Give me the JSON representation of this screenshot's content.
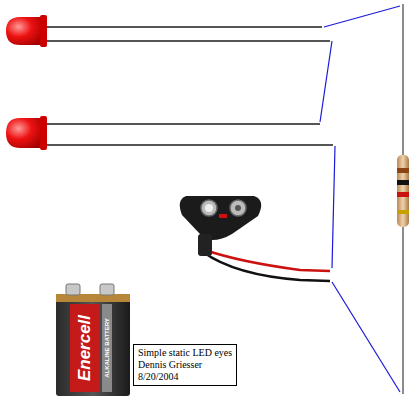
{
  "diagram": {
    "nodes": [
      {
        "text": [
          "Simple static LED eyes",
          "Dennis Griesser",
          "8/20/2004"
        ]
      }
    ],
    "labels": [
      "Enercell",
      "ALKALINE BATTERY"
    ]
  }
}
